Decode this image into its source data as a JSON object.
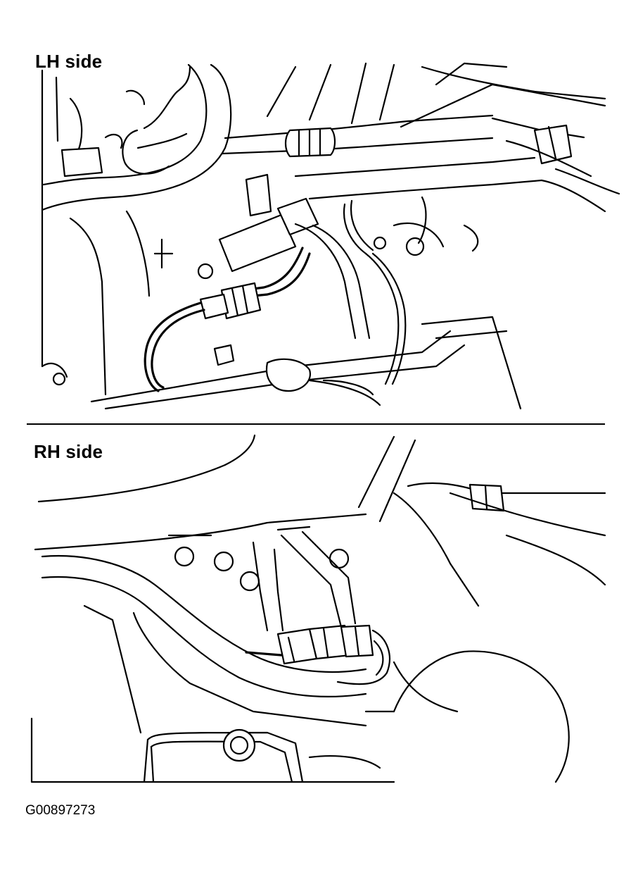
{
  "panels": {
    "lh": {
      "label": "LH side"
    },
    "rh": {
      "label": "RH side"
    }
  },
  "figure_id": "G00897273",
  "colors": {
    "ink": "#000000",
    "paper": "#ffffff"
  }
}
